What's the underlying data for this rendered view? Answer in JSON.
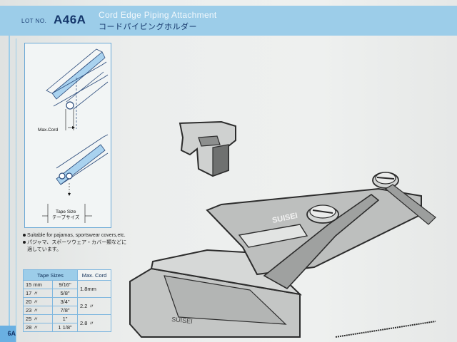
{
  "header": {
    "lot_label": "LOT NO.",
    "lot_no": "A46A",
    "title_en": "Cord Edge Piping Attachment",
    "title_ja": "コードパイピングホルダー"
  },
  "diagram": {
    "max_cord_label": "Max.Cord",
    "tape_size_label": "Tape Size",
    "tape_size_label_ja": "テープサイズ"
  },
  "notes": {
    "en": "Suitable for pajamas, sportswear covers,etc.",
    "ja": "パジャマ、スポーツウェア・カバー類などに適しています。"
  },
  "table": {
    "head_tape": "Tape Sizes",
    "head_cord": "Max. Cord",
    "rows": [
      {
        "mm": "15",
        "mm_unit": "mm",
        "inch": "9/16\""
      },
      {
        "mm": "17",
        "mm_unit": "〃",
        "inch": "5/8\""
      },
      {
        "mm": "20",
        "mm_unit": "〃",
        "inch": "3/4\""
      },
      {
        "mm": "23",
        "mm_unit": "〃",
        "inch": "7/8\""
      },
      {
        "mm": "25",
        "mm_unit": "〃",
        "inch": "1\""
      },
      {
        "mm": "28",
        "mm_unit": "〃",
        "inch": "1 1/8\""
      }
    ],
    "cords": [
      "1.8mm",
      "2.2 〃",
      "2.8 〃"
    ]
  },
  "side_tab": "6A",
  "photo": {
    "brand": "SUISEI",
    "brand2": "SUISEI"
  },
  "colors": {
    "accent": "#9ccde9",
    "navy": "#14366a"
  }
}
